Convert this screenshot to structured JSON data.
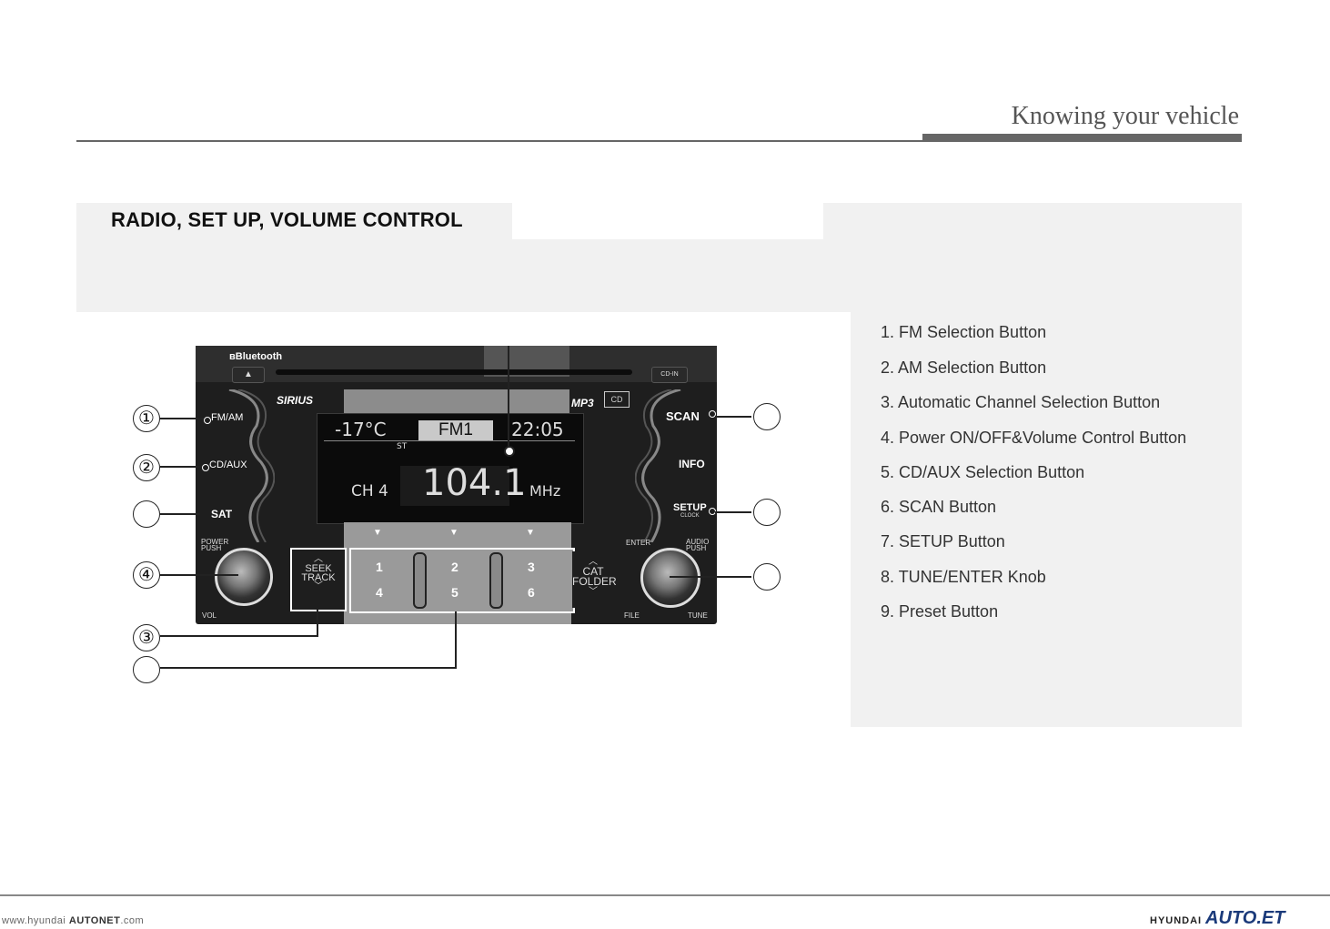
{
  "header": {
    "title": "Knowing your vehicle"
  },
  "section": {
    "title": "RADIO, SET UP, VOLUME  CONTROL"
  },
  "legend": [
    "1. FM Selection Button",
    "2. AM Selection Button",
    "3. Automatic Channel Selection Button",
    "4. Power ON/OFF&Volume Control Button",
    "5. CD/AUX Selection Button",
    "6. SCAN Button",
    "7. SETUP Button",
    "8. TUNE/ENTER Knob",
    "9. Preset Button"
  ],
  "radio": {
    "bluetooth": "Bluetooth",
    "eject": "▲",
    "cd_in": "CD-IN",
    "sirius": "SIRIUS",
    "mp3": "MP3",
    "cd_logo": "CD",
    "buttons": {
      "fm_am": "FM/AM",
      "cd_aux": "CD/AUX",
      "sat": "SAT",
      "scan": "SCAN",
      "info": "INFO",
      "setup": "SETUP",
      "clock": "CLOCK",
      "seek": "SEEK",
      "track": "TRACK",
      "cat": "CAT",
      "folder": "FOLDER"
    },
    "knobs": {
      "power": "POWER",
      "push_left": "PUSH",
      "vol": "VOL",
      "enter": "ENTER",
      "audio": "AUDIO",
      "push_right": "PUSH",
      "file": "FILE",
      "tune": "TUNE"
    },
    "display": {
      "temp": "-17°C",
      "band": "FM1",
      "time": "22:05",
      "stereo": "ST",
      "channel": "CH 4",
      "frequency": "104.1",
      "unit": "MHz"
    },
    "presets": [
      "1",
      "2",
      "3",
      "4",
      "5",
      "6"
    ]
  },
  "callouts": {
    "c1": "①",
    "c2": "②",
    "c3": "③",
    "c4": "④"
  },
  "footer": {
    "left_prefix": "www.hyundai",
    "left_brand": "AUTONET",
    "left_suffix": ".com",
    "right_brand": "HYUNDAI",
    "right_logo": "AUTO.ET"
  }
}
